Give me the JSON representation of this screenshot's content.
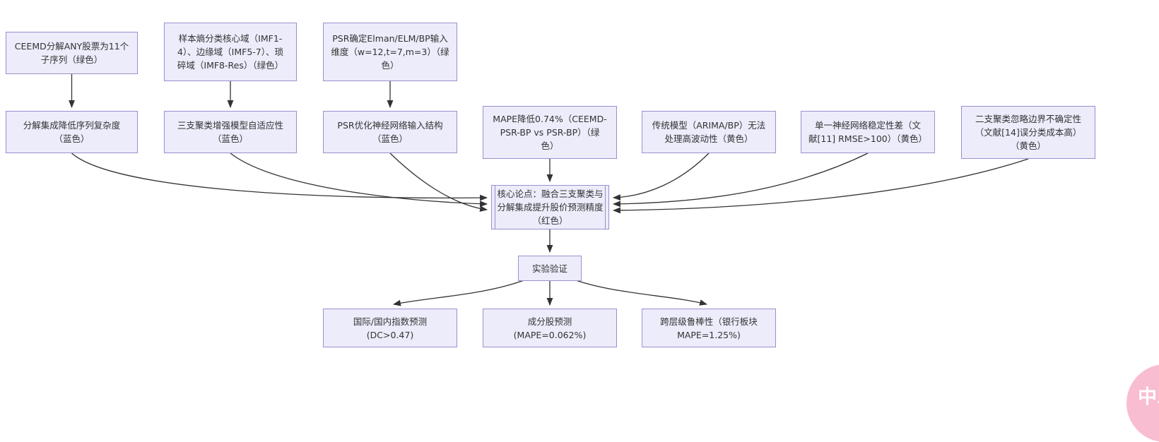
{
  "diagram": {
    "type": "flowchart",
    "background": "#ffffff",
    "node_fill": "#ececfb",
    "node_border": "#9b8fce",
    "arrow_color": "#333333",
    "nodes": {
      "A": {
        "label": "CEEMD分解ANY股票为11个\n子序列（绿色）"
      },
      "B": {
        "label": "样本熵分类核心域（IMF1-\n4）、边缘域（IMF5-7）、琐\n碎域（IMF8-Res）（绿色）"
      },
      "C": {
        "label": "PSR确定Elman/ELM/BP输入\n维度（w=12,t=7,m=3）（绿\n色）"
      },
      "D": {
        "label": "分解集成降低序列复杂度\n（蓝色）"
      },
      "E": {
        "label": "三支聚类增强模型自适应性\n（蓝色）"
      },
      "F": {
        "label": "PSR优化神经网络输入结构\n（蓝色）"
      },
      "G": {
        "label": "MAPE降低0.74%（CEEMD-\nPSR-BP vs PSR-BP）（绿\n色）"
      },
      "H": {
        "label": "传统模型（ARIMA/BP）无法\n处理高波动性（黄色）"
      },
      "I": {
        "label": "单一神经网络稳定性差（文\n献[11] RMSE>100）（黄色）"
      },
      "J": {
        "label": "二支聚类忽略边界不确定性\n（文献[14]误分类成本高）\n（黄色）"
      },
      "K": {
        "label": "核心论点：融合三支聚类与\n分解集成提升股价预测精度\n（红色）"
      },
      "L": {
        "label": "实验验证"
      },
      "M": {
        "label": "国际/国内指数预测\n(DC>0.47)"
      },
      "N": {
        "label": "成分股预测\n(MAPE=0.062%)"
      },
      "O": {
        "label": "跨层级鲁棒性（银行板块\nMAPE=1.25%)"
      }
    },
    "edges": [
      [
        "A",
        "D"
      ],
      [
        "B",
        "E"
      ],
      [
        "C",
        "F"
      ],
      [
        "D",
        "K"
      ],
      [
        "E",
        "K"
      ],
      [
        "F",
        "K"
      ],
      [
        "G",
        "K"
      ],
      [
        "H",
        "K"
      ],
      [
        "I",
        "K"
      ],
      [
        "J",
        "K"
      ],
      [
        "K",
        "L"
      ],
      [
        "L",
        "M"
      ],
      [
        "L",
        "N"
      ],
      [
        "L",
        "O"
      ]
    ]
  },
  "translate_badge": {
    "label": "中A",
    "color": "#f8bdd0"
  }
}
